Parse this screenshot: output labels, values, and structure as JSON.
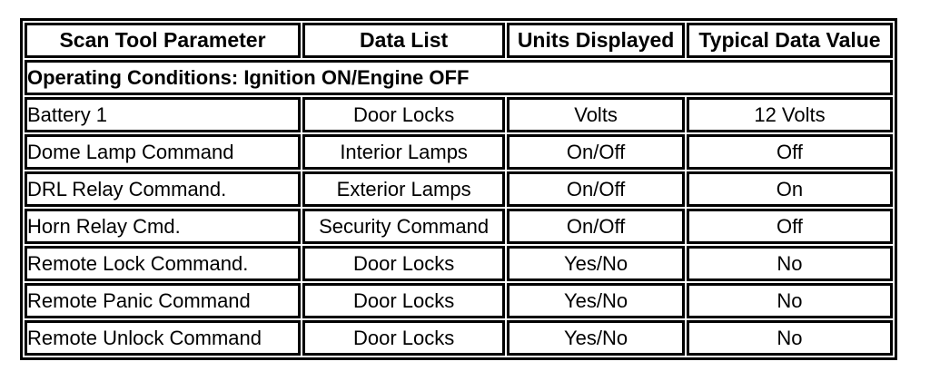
{
  "colors": {
    "border": "#000000",
    "background": "#ffffff",
    "text": "#000000"
  },
  "table": {
    "columns": [
      "Scan Tool Parameter",
      "Data List",
      "Units Displayed",
      "Typical Data Value"
    ],
    "operating_conditions": "Operating Conditions: Ignition ON/Engine OFF",
    "rows": [
      {
        "parameter": "Battery 1",
        "data_list": "Door Locks",
        "units": "Volts",
        "typical_value": "12 Volts"
      },
      {
        "parameter": "Dome Lamp Command",
        "data_list": "Interior Lamps",
        "units": "On/Off",
        "typical_value": "Off"
      },
      {
        "parameter": "DRL Relay Command.",
        "data_list": "Exterior Lamps",
        "units": "On/Off",
        "typical_value": "On"
      },
      {
        "parameter": "Horn Relay Cmd.",
        "data_list": "Security Command",
        "units": "On/Off",
        "typical_value": "Off"
      },
      {
        "parameter": "Remote Lock Command.",
        "data_list": "Door Locks",
        "units": "Yes/No",
        "typical_value": "No"
      },
      {
        "parameter": "Remote Panic Command",
        "data_list": "Door Locks",
        "units": "Yes/No",
        "typical_value": "No"
      },
      {
        "parameter": "Remote Unlock Command",
        "data_list": "Door Locks",
        "units": "Yes/No",
        "typical_value": "No"
      }
    ]
  }
}
